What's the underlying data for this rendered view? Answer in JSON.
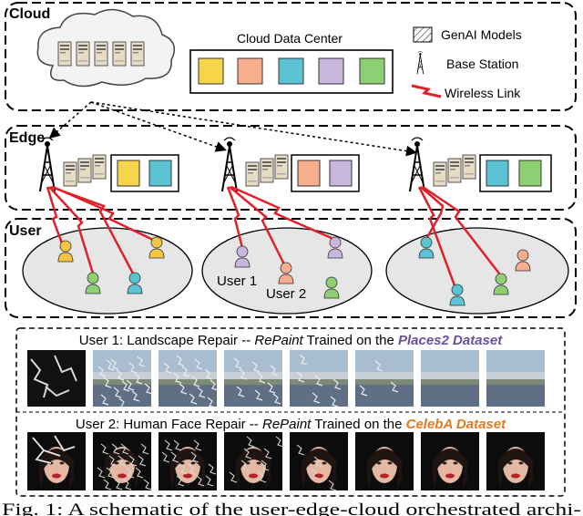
{
  "layers": {
    "cloud": "Cloud",
    "edge": "Edge",
    "user": "User"
  },
  "cloud_data_center": "Cloud Data Center",
  "legend": {
    "genai": "GenAI Models",
    "base_station": "Base Station",
    "wireless_link": "Wireless Link"
  },
  "users": {
    "user1": "User 1",
    "user2": "User 2"
  },
  "row1": {
    "prefix": "User 1: Landscape Repair -- ",
    "method": "RePaint",
    "middle": " Trained on the ",
    "dataset": "Places2 Dataset",
    "dataset_color": "#6a4f9a"
  },
  "row2": {
    "prefix": "User 2: Human Face Repair -- ",
    "method": "RePaint",
    "middle": " Trained on the ",
    "dataset": "CelebA Dataset",
    "dataset_color": "#e07a1f"
  },
  "caption": "Fig. 1: A schematic of the user-edge-cloud orchestrated archi-",
  "colors": {
    "model_yellow": "#f7d54a",
    "model_orange": "#f6ae8c",
    "model_blue": "#5cc3d5",
    "model_purple": "#c9b6dc",
    "model_green": "#8fcf73",
    "user_ellipse": "#e6e6e6",
    "lightning": "#e0212b"
  }
}
